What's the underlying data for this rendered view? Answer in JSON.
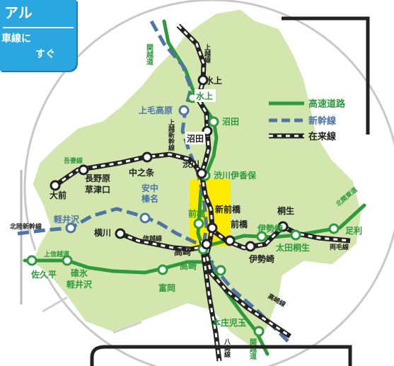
{
  "badge": {
    "title": "アル",
    "line1": "車線に",
    "line2": "すぐ"
  },
  "legend": {
    "expressway": "高速道路",
    "shinkansen": "新幹線",
    "conventional": "在来線"
  },
  "routes": {
    "kanetsu_expwy": "関越道",
    "joetsu_line": "上越線",
    "joetsu_shinkansen": "上越新幹線",
    "agatsuma_line": "吾妻線",
    "hokuriku_shinkansen": "北陸新幹線",
    "joshinetsu_expwy": "上信越道",
    "shinetsu_line": "信越線",
    "kitakanto_expwy": "北関東道",
    "ryomo_line": "両毛線",
    "takasaki_line": "高崎線",
    "hachiko_line": "八高線",
    "kanetsu_expwy_south": "関越道"
  },
  "stations": {
    "minakami_rail": "水上",
    "minakami_ic": "水上",
    "jomokogen": "上毛高原",
    "numata_ic": "沼田",
    "numata_rail": "沼田",
    "shibukawa": "渋川",
    "shibukawa_ikaho": "渋川伊香保",
    "omae": "大前",
    "naganohara": "長野原",
    "kusatsuguchi": "草津口",
    "nakanojo": "中之条",
    "annaka": "安中",
    "haruna": "榛名",
    "karuizawa": "軽井沢",
    "yokokawa": "横川",
    "sakudaira": "佐久平",
    "usui": "碓氷",
    "usui_karuizawa": "軽井沢",
    "takasaki_rail": "高崎",
    "takasaki_ic": "高崎",
    "tomioka": "富岡",
    "maebashi_ic": "前橋",
    "shinmaebashi": "新前橋",
    "maebashi_rail": "前橋",
    "isesaki_ic": "伊勢崎",
    "isesaki_rail": "伊勢崎",
    "kiryu": "桐生",
    "ota_kiryu": "太田桐生",
    "ashikaga": "足利",
    "honjo_kodama": "本庄児玉"
  }
}
